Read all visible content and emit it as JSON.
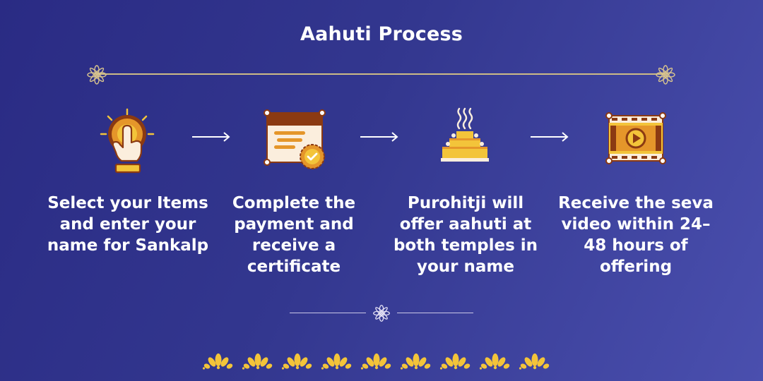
{
  "title": "Aahuti Process",
  "steps": [
    {
      "icon": "hand-tap-icon",
      "label": "Select your Items and enter your name for Sankalp"
    },
    {
      "icon": "certificate-icon",
      "label": "Complete the payment and receive a certificate"
    },
    {
      "icon": "havan-icon",
      "label": "Purohitji will offer aahuti at both temples in your name"
    },
    {
      "icon": "video-icon",
      "label": "Receive the seva video within 24–48 hours of offering"
    }
  ],
  "colors": {
    "background_start": "#2a2b84",
    "background_end": "#4a4fae",
    "gold": "#f3c43a",
    "orange": "#e5962a",
    "brown": "#8b3a12",
    "cream": "#fbeedd",
    "text": "#ffffff"
  }
}
